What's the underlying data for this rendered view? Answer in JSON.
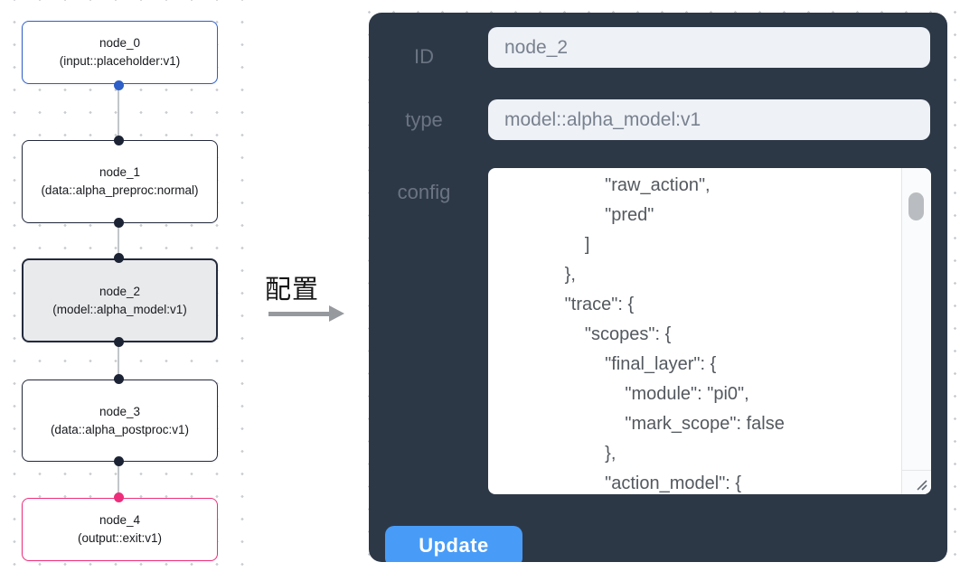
{
  "graph": {
    "nodes": [
      {
        "id": "node_0",
        "label": "node_0",
        "type_label": "(input::placeholder:v1)",
        "variant": "input"
      },
      {
        "id": "node_1",
        "label": "node_1",
        "type_label": "(data::alpha_preproc:normal)",
        "variant": "default"
      },
      {
        "id": "node_2",
        "label": "node_2",
        "type_label": "(model::alpha_model:v1)",
        "variant": "selected"
      },
      {
        "id": "node_3",
        "label": "node_3",
        "type_label": "(data::alpha_postproc:v1)",
        "variant": "default"
      },
      {
        "id": "node_4",
        "label": "node_4",
        "type_label": "(output::exit:v1)",
        "variant": "output"
      }
    ],
    "colors": {
      "input_accent": "#2e5fc8",
      "default_accent": "#232a3c",
      "output_accent": "#ed2e7b",
      "selected_fill": "#e9eaec",
      "edge": "#c2c6cb"
    }
  },
  "transition": {
    "label": "配置",
    "arrow_icon": "right-arrow"
  },
  "panel": {
    "fields": [
      {
        "label": "ID",
        "value": "node_2"
      },
      {
        "label": "type",
        "value": "model::alpha_model:v1"
      }
    ],
    "config": {
      "label": "config",
      "text": "                    \"raw_action\",\n                    \"pred\"\n                ]\n            },\n            \"trace\": {\n                \"scopes\": {\n                    \"final_layer\": {\n                        \"module\": \"pi0\",\n                        \"mark_scope\": false\n                    },\n                    \"action_model\": {"
    },
    "update_button": "Update",
    "colors": {
      "panel_bg": "#2d3847",
      "button_bg": "#489cf7",
      "input_bg": "#eef1f6"
    }
  }
}
